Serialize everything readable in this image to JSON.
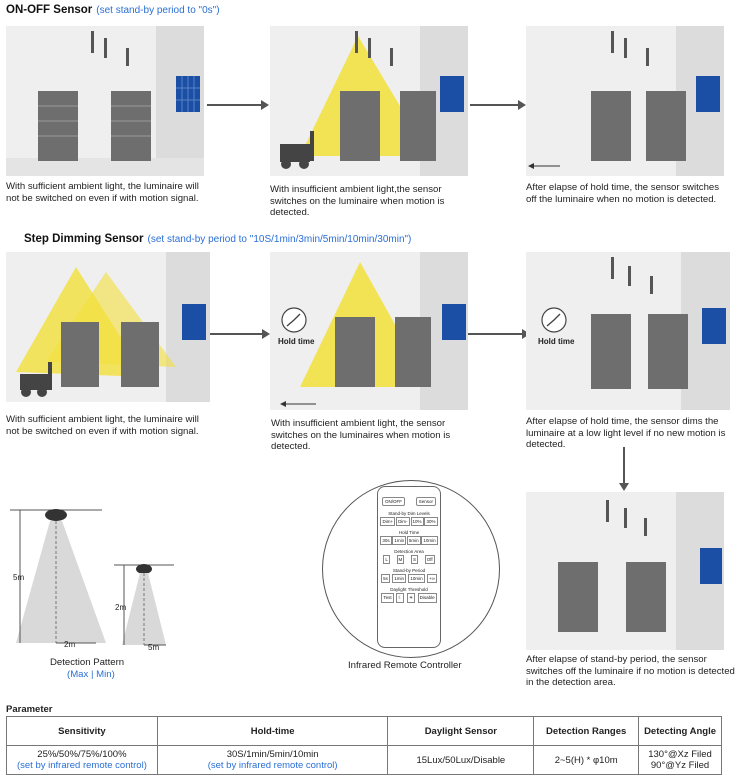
{
  "onoff": {
    "title": "ON-OFF Sensor",
    "subtitle": "(set stand-by period to \"0s\")",
    "captions": [
      "With sufficient ambient light, the luminaire will not be switched on even if with motion signal.",
      "With insufficient ambient light,the sensor switches on the luminaire when motion is detected.",
      "After elapse of hold time, the sensor switches off the luminaire when no motion is detected."
    ]
  },
  "stepdim": {
    "title": "Step Dimming Sensor",
    "subtitle": "(set stand-by period to \"10S/1min/3min/5min/10min/30min\")",
    "captions": [
      "With sufficient ambient light, the luminaire will not be switched on even if with motion signal.",
      "With insufficient ambient light, the sensor switches on the luminaires when motion is detected.",
      "After elapse of hold time, the sensor dims the luminaire at a low light level if no new motion is detected.",
      "After elapse of stand-by period, the sensor switches off the luminaire if no motion is detected in the detection area."
    ],
    "hold_label": "Hold time"
  },
  "detection": {
    "label_5m_height": "5m",
    "label_2m_width": "2m",
    "label_2m_height": "2m",
    "label_5m_width": "5m",
    "caption": "Detection Pattern",
    "caption_sub": "(Max | Min)"
  },
  "remote": {
    "caption": "Infrared Remote Controller",
    "btn_onoff": "ON/OFF",
    "btn_sensor": "Sensor",
    "sec_dimlevels": "Stand-by Dim Levels",
    "dim": [
      "Dim+",
      "Dim-",
      "10%",
      "30%"
    ],
    "sec_holdtime": "Hold Time",
    "hold": [
      "30s",
      "1min",
      "5min",
      "10min"
    ],
    "sec_detection": "Detection Area",
    "detect": [
      "L",
      "M",
      "S",
      "Off"
    ],
    "sec_standby": "Stand-by Period",
    "standby": [
      "5s",
      "1min",
      "10min",
      "+∞"
    ],
    "sec_daylight": "Daylight Threshold",
    "daylight": [
      "Test",
      "☾",
      "☀",
      "Disable"
    ]
  },
  "parameter": {
    "heading": "Parameter",
    "headers": [
      "Sensitivity",
      "Hold-time",
      "Daylight Sensor",
      "Detection Ranges",
      "Detecting Angle"
    ],
    "row": [
      {
        "main": "25%/50%/75%/100%",
        "sub": "(set by infrared remote control)"
      },
      {
        "main": "30S/1min/5min/10min",
        "sub": "(set by infrared remote control)"
      },
      {
        "main": "15Lux/50Lux/Disable",
        "sub": ""
      },
      {
        "main": "2~5(H) * φ10m",
        "sub": ""
      },
      {
        "main": "130°@Xz Filed",
        "sub": "90°@Yz Filed"
      }
    ]
  },
  "colors": {
    "accent": "#2a6fd6",
    "beam": "#f2e03a",
    "window": "#1b4fa6"
  }
}
